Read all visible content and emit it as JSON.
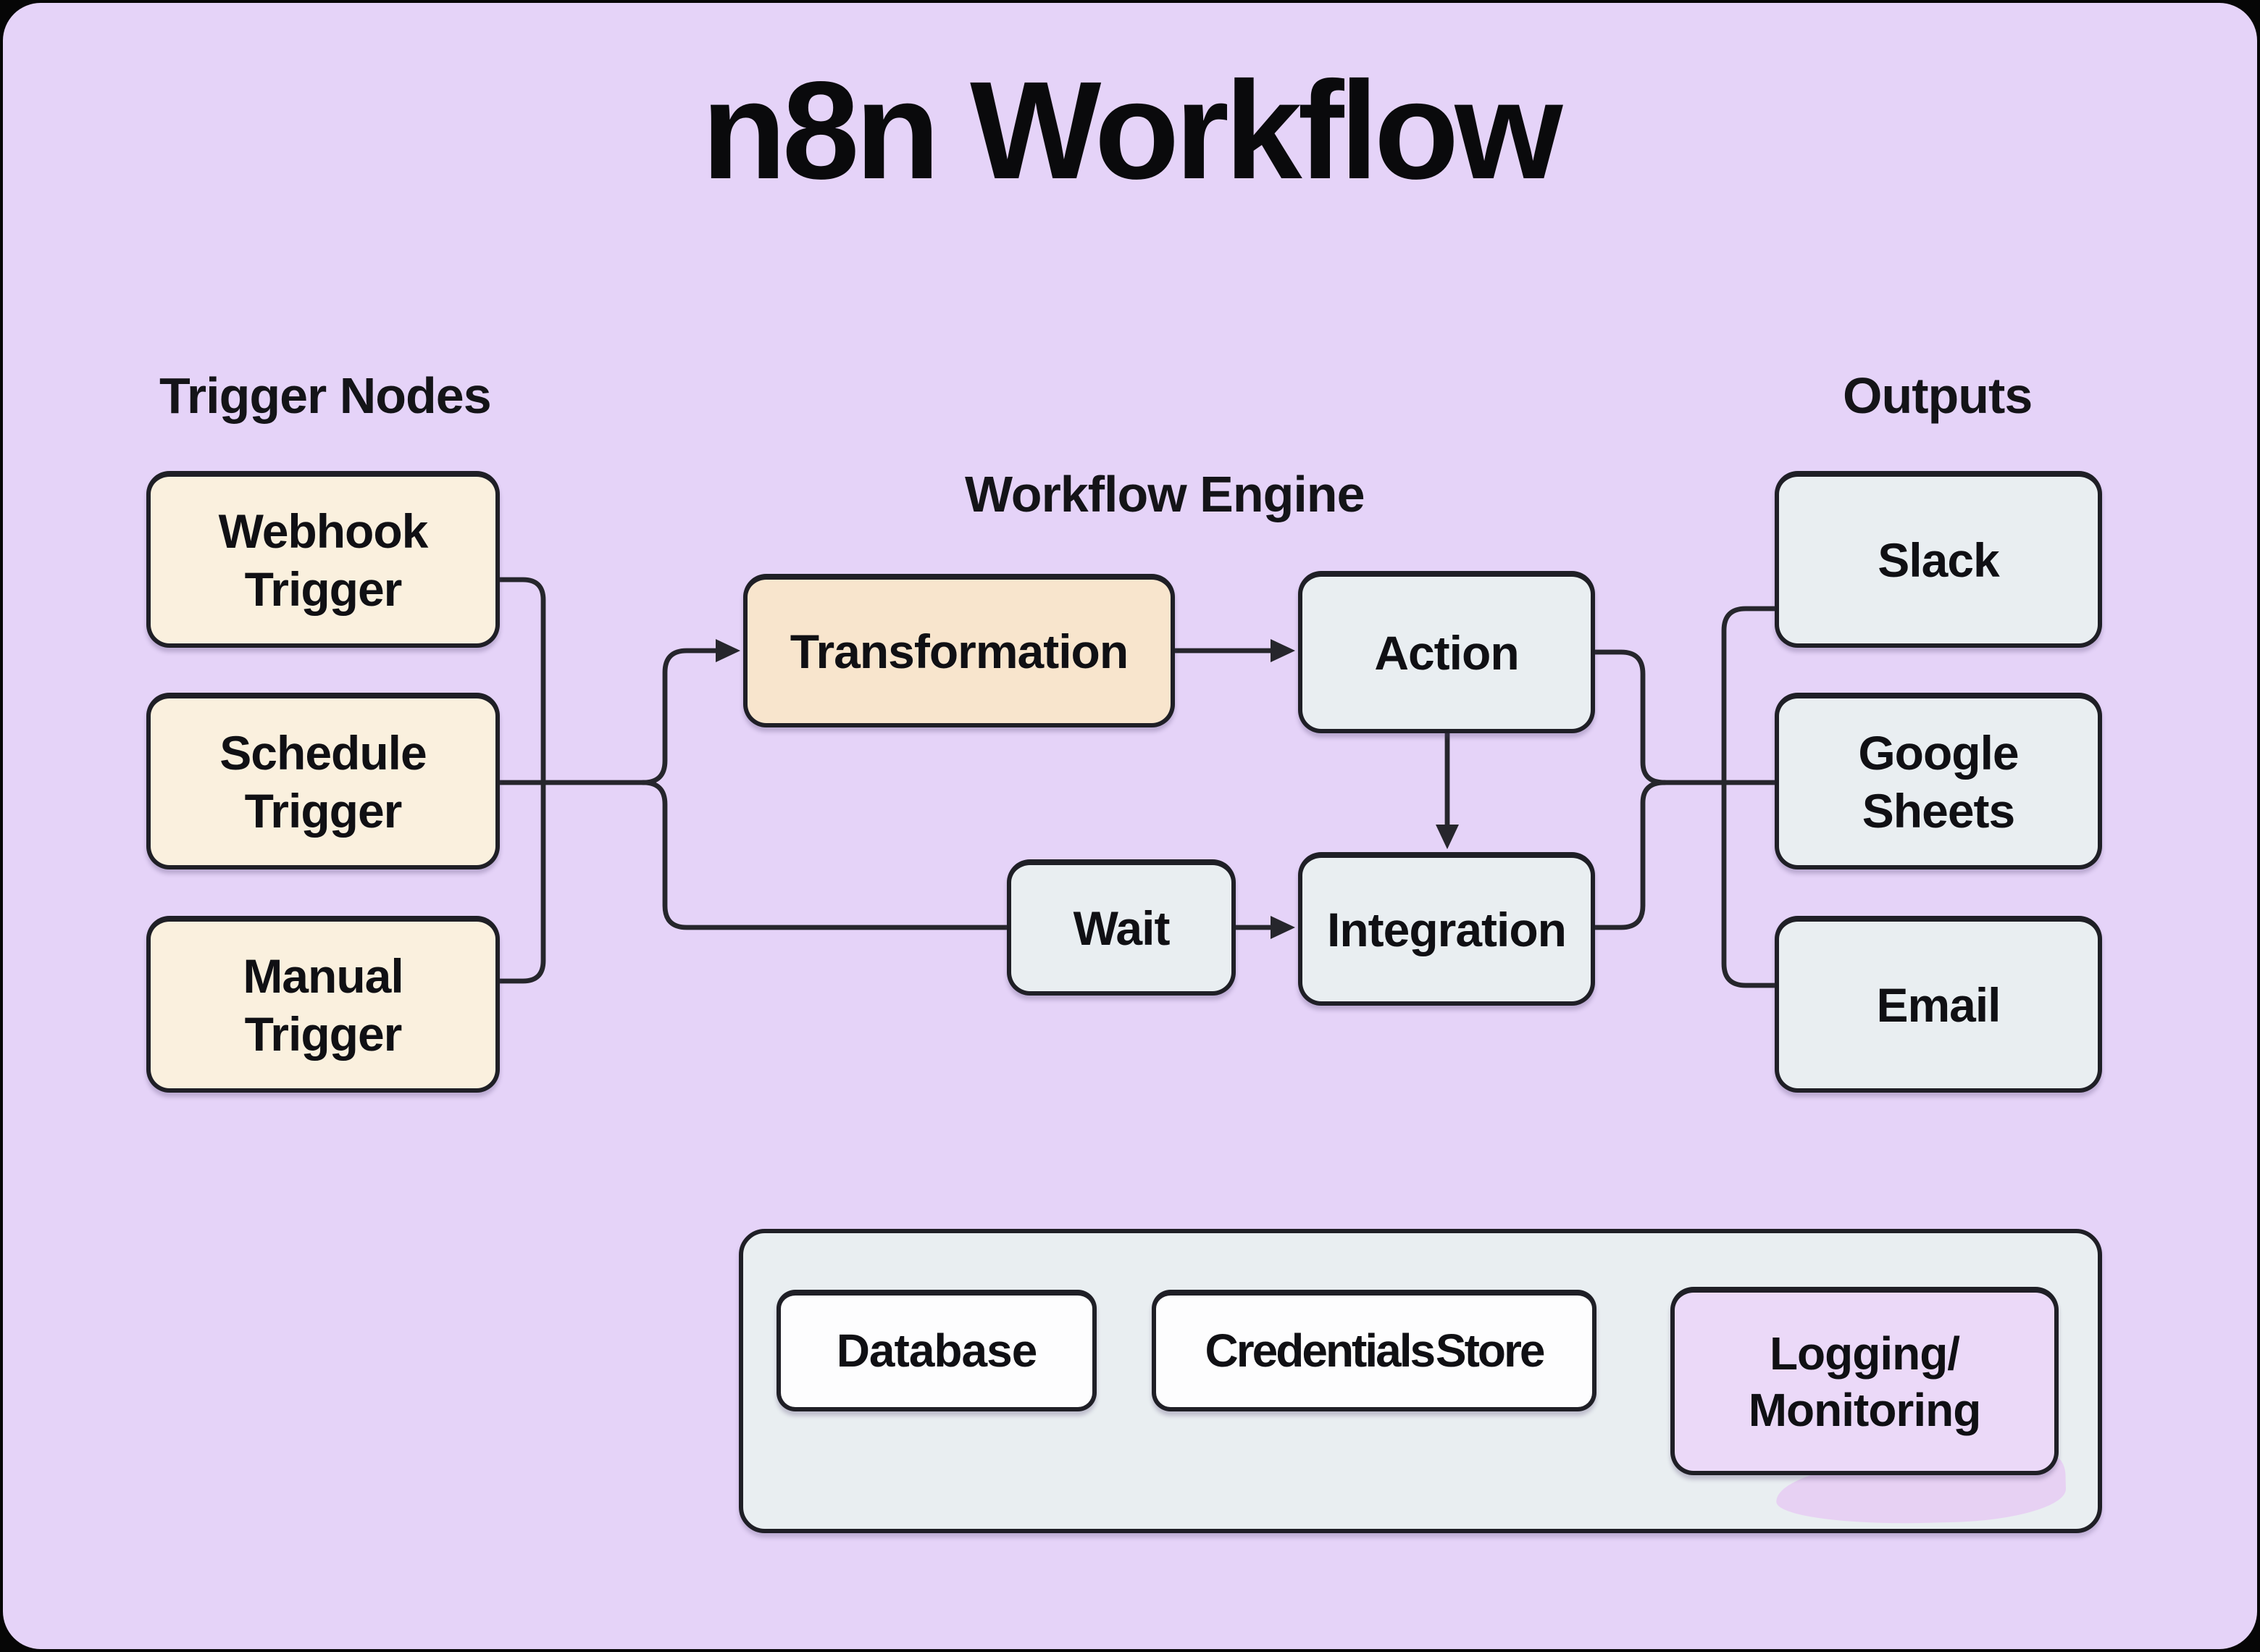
{
  "title": "n8n Workflow",
  "sections": {
    "triggers": {
      "label": "Trigger Nodes",
      "nodes": [
        {
          "label": "Webhook Trigger"
        },
        {
          "label": "Schedule Trigger"
        },
        {
          "label": "Manual Trigger"
        }
      ]
    },
    "engine": {
      "label": "Workflow Engine",
      "nodes": [
        {
          "label": "Transformation"
        },
        {
          "label": "Action"
        },
        {
          "label": "Wait"
        },
        {
          "label": "Integration"
        }
      ]
    },
    "outputs": {
      "label": "Outputs",
      "nodes": [
        {
          "label": "Slack"
        },
        {
          "label": "Google Sheets"
        },
        {
          "label": "Email"
        }
      ]
    },
    "infrastructure": {
      "nodes": [
        {
          "label": "Database"
        },
        {
          "label": "Credentials Store"
        },
        {
          "label": "Logging/ Monitoring"
        }
      ]
    }
  },
  "colors": {
    "bg": "#E5D3F8",
    "frame": "#060606",
    "stroke": "#26262C",
    "ink": "#101014",
    "cream": "#FAF0DE",
    "peach": "#F8E5CD",
    "gray": "#E9EEF1",
    "white": "#FDFDFE",
    "purple": "#EBD9F8",
    "smudge": "#E7D1F3",
    "container": "#E9EEF1"
  }
}
